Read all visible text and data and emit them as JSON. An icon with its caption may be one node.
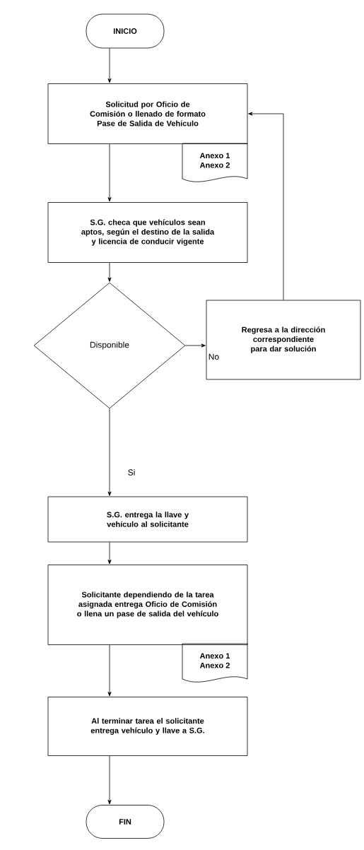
{
  "diagram": {
    "nodes": [
      {
        "text": [
          "INICIO"
        ]
      },
      {
        "text": [
          "Solicitud por Oficio de Comisión o llenado de formato Pase de Salida de Vehículo"
        ]
      },
      {
        "text": [
          "Anexo 1",
          "Anexo 2"
        ]
      },
      {
        "text": [
          "S.G. checa que vehículos sean aptos, según el destino de la salida y licencia de conducir vigente"
        ]
      },
      {
        "text": [
          "Disponible"
        ]
      },
      {
        "text": [
          "Regresa a la dirección correspondiente para dar solución"
        ]
      },
      {
        "text": [
          "S.G. entrega la llave y vehículo al solicitante"
        ]
      },
      {
        "text": [
          "Solicitante dependiendo de la tarea asignada entrega Oficio de Comisión o llena un pase de salida del vehículo"
        ]
      },
      {
        "text": [
          "Anexo 1",
          "Anexo 2"
        ]
      },
      {
        "text": [
          "Al terminar tarea el solicitante entrega vehículo y llave a S.G."
        ]
      },
      {
        "text": [
          "FIN"
        ]
      }
    ],
    "edges": [
      {
        "from": 0,
        "to": 1,
        "arrow": "to"
      },
      {
        "from": 1,
        "to": 3,
        "arrow": "to"
      },
      {
        "from": 3,
        "to": 4,
        "arrow": "to"
      },
      {
        "from": 4,
        "to": 5,
        "arrow": "to",
        "label": "No"
      },
      {
        "from": 5,
        "to": 1,
        "arrow": "to"
      },
      {
        "from": 4,
        "to": 6,
        "arrow": "to",
        "label": "Si"
      },
      {
        "from": 6,
        "to": 7,
        "arrow": "to"
      },
      {
        "from": 7,
        "to": 9,
        "arrow": "to"
      },
      {
        "from": 9,
        "to": 10,
        "arrow": "to"
      }
    ]
  }
}
